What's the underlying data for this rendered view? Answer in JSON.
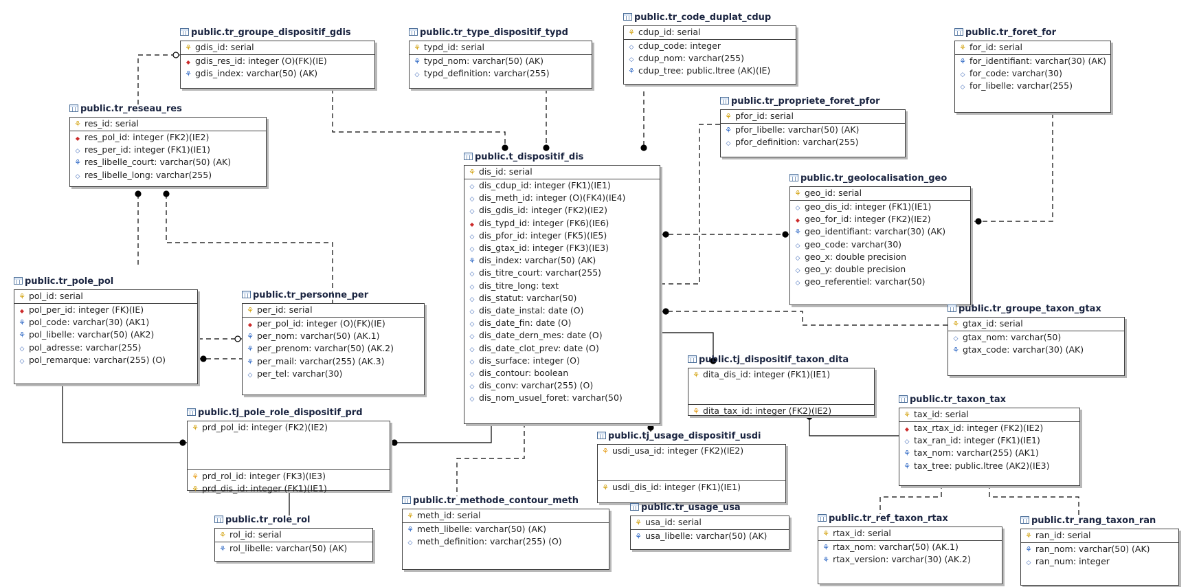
{
  "entities": [
    {
      "name": "public.tr_groupe_dispositif_gdis",
      "fields": [
        {
          "icon": "primary-key",
          "text": "gdis_id: serial"
        },
        {
          "icon": "not-null-foreign-key",
          "text": "gdis_res_id: integer (O)(FK)(IE)"
        },
        {
          "icon": "alternate-key",
          "text": "gdis_index: varchar(50) (AK)"
        }
      ]
    },
    {
      "name": "public.tr_type_dispositif_typd",
      "fields": [
        {
          "icon": "primary-key",
          "text": "typd_id: serial"
        },
        {
          "icon": "alternate-key",
          "text": "typd_nom: varchar(50) (AK)"
        },
        {
          "icon": "optional-column",
          "text": "typd_definition: varchar(255)"
        }
      ]
    },
    {
      "name": "public.tr_code_duplat_cdup",
      "fields": [
        {
          "icon": "primary-key",
          "text": "cdup_id: serial"
        },
        {
          "icon": "optional-column",
          "text": "cdup_code: integer"
        },
        {
          "icon": "optional-column",
          "text": "cdup_nom: varchar(255)"
        },
        {
          "icon": "alternate-key",
          "text": "cdup_tree: public.ltree (AK)(IE)"
        }
      ]
    },
    {
      "name": "public.tr_foret_for",
      "fields": [
        {
          "icon": "primary-key",
          "text": "for_id: serial"
        },
        {
          "icon": "alternate-key",
          "text": "for_identifiant: varchar(30) (AK)"
        },
        {
          "icon": "optional-column",
          "text": "for_code: varchar(30)"
        },
        {
          "icon": "optional-column",
          "text": "for_libelle: varchar(255)"
        }
      ]
    },
    {
      "name": "public.tr_reseau_res",
      "fields": [
        {
          "icon": "primary-key",
          "text": "res_id: serial"
        },
        {
          "icon": "not-null-foreign-key",
          "text": "res_pol_id: integer (FK2)(IE2)"
        },
        {
          "icon": "optional-column",
          "text": "res_per_id: integer (FK1)(IE1)"
        },
        {
          "icon": "alternate-key",
          "text": "res_libelle_court: varchar(50) (AK)"
        },
        {
          "icon": "optional-column",
          "text": "res_libelle_long: varchar(255)"
        }
      ]
    },
    {
      "name": "public.tr_propriete_foret_pfor",
      "fields": [
        {
          "icon": "primary-key",
          "text": "pfor_id: serial"
        },
        {
          "icon": "alternate-key",
          "text": "pfor_libelle: varchar(50) (AK)"
        },
        {
          "icon": "optional-column",
          "text": "pfor_definition: varchar(255)"
        }
      ]
    },
    {
      "name": "public.t_dispositif_dis",
      "fields": [
        {
          "icon": "primary-key",
          "text": "dis_id: serial"
        },
        {
          "icon": "optional-column",
          "text": "dis_cdup_id: integer (FK1)(IE1)"
        },
        {
          "icon": "optional-column",
          "text": "dis_meth_id: integer (O)(FK4)(IE4)"
        },
        {
          "icon": "optional-column",
          "text": "dis_gdis_id: integer (FK2)(IE2)"
        },
        {
          "icon": "not-null-foreign-key",
          "text": "dis_typd_id: integer (FK6)(IE6)"
        },
        {
          "icon": "optional-column",
          "text": "dis_pfor_id: integer (FK5)(IE5)"
        },
        {
          "icon": "optional-column",
          "text": "dis_gtax_id: integer (FK3)(IE3)"
        },
        {
          "icon": "alternate-key",
          "text": "dis_index: varchar(50) (AK)"
        },
        {
          "icon": "optional-column",
          "text": "dis_titre_court: varchar(255)"
        },
        {
          "icon": "optional-column",
          "text": "dis_titre_long: text"
        },
        {
          "icon": "optional-column",
          "text": "dis_statut: varchar(50)"
        },
        {
          "icon": "optional-column",
          "text": "dis_date_instal: date (O)"
        },
        {
          "icon": "optional-column",
          "text": "dis_date_fin: date (O)"
        },
        {
          "icon": "optional-column",
          "text": "dis_date_dern_mes: date (O)"
        },
        {
          "icon": "optional-column",
          "text": "dis_date_clot_prev: date (O)"
        },
        {
          "icon": "optional-column",
          "text": "dis_surface: integer (O)"
        },
        {
          "icon": "optional-column",
          "text": "dis_contour: boolean"
        },
        {
          "icon": "optional-column",
          "text": "dis_conv: varchar(255) (O)"
        },
        {
          "icon": "optional-column",
          "text": "dis_nom_usuel_foret: varchar(50)"
        }
      ]
    },
    {
      "name": "public.tr_geolocalisation_geo",
      "fields": [
        {
          "icon": "primary-key",
          "text": "geo_id: serial"
        },
        {
          "icon": "optional-column",
          "text": "geo_dis_id: integer (FK1)(IE1)"
        },
        {
          "icon": "not-null-foreign-key",
          "text": "geo_for_id: integer (FK2)(IE2)"
        },
        {
          "icon": "alternate-key",
          "text": "geo_identifiant: varchar(30) (AK)"
        },
        {
          "icon": "optional-column",
          "text": "geo_code: varchar(30)"
        },
        {
          "icon": "optional-column",
          "text": "geo_x: double precision"
        },
        {
          "icon": "optional-column",
          "text": "geo_y: double precision"
        },
        {
          "icon": "optional-column",
          "text": "geo_referentiel: varchar(50)"
        }
      ]
    },
    {
      "name": "public.tr_pole_pol",
      "fields": [
        {
          "icon": "primary-key",
          "text": "pol_id: serial"
        },
        {
          "icon": "not-null-foreign-key",
          "text": "pol_per_id: integer (FK)(IE)"
        },
        {
          "icon": "alternate-key",
          "text": "pol_code: varchar(30) (AK1)"
        },
        {
          "icon": "alternate-key",
          "text": "pol_libelle: varchar(50) (AK2)"
        },
        {
          "icon": "optional-column",
          "text": "pol_adresse: varchar(255)"
        },
        {
          "icon": "optional-column",
          "text": "pol_remarque: varchar(255) (O)"
        }
      ]
    },
    {
      "name": "public.tr_personne_per",
      "fields": [
        {
          "icon": "primary-key",
          "text": "per_id: serial"
        },
        {
          "icon": "not-null-foreign-key",
          "text": "per_pol_id: integer (O)(FK)(IE)"
        },
        {
          "icon": "alternate-key",
          "text": "per_nom: varchar(50) (AK.1)"
        },
        {
          "icon": "alternate-key",
          "text": "per_prenom: varchar(50) (AK.2)"
        },
        {
          "icon": "alternate-key",
          "text": "per_mail: varchar(255) (AK.3)"
        },
        {
          "icon": "optional-column",
          "text": "per_tel: varchar(30)"
        }
      ]
    },
    {
      "name": "public.tr_groupe_taxon_gtax",
      "fields": [
        {
          "icon": "primary-key",
          "text": "gtax_id: serial"
        },
        {
          "icon": "optional-column",
          "text": "gtax_nom: varchar(50)"
        },
        {
          "icon": "alternate-key",
          "text": "gtax_code: varchar(30) (AK)"
        }
      ]
    },
    {
      "name": "public.tj_dispositif_taxon_dita",
      "fields": [
        {
          "icon": "primary-key",
          "text": "dita_dis_id: integer (FK1)(IE1)"
        },
        {
          "icon": "primary-foreign-key",
          "text": "dita_tax_id: integer (FK2)(IE2)"
        }
      ]
    },
    {
      "name": "public.tj_pole_role_dispositif_prd",
      "fields": [
        {
          "icon": "primary-key",
          "text": "prd_pol_id: integer (FK2)(IE2)"
        },
        {
          "icon": "primary-foreign-key",
          "text": "prd_rol_id: integer (FK3)(IE3)"
        },
        {
          "icon": "primary-key",
          "text": "prd_dis_id: integer (FK1)(IE1)"
        }
      ]
    },
    {
      "name": "public.tr_taxon_tax",
      "fields": [
        {
          "icon": "primary-key",
          "text": "tax_id: serial"
        },
        {
          "icon": "not-null-foreign-key",
          "text": "tax_rtax_id: integer (FK2)(IE2)"
        },
        {
          "icon": "optional-column",
          "text": "tax_ran_id: integer (FK1)(IE1)"
        },
        {
          "icon": "alternate-key",
          "text": "tax_nom: varchar(255) (AK1)"
        },
        {
          "icon": "alternate-key",
          "text": "tax_tree: public.ltree (AK2)(IE3)"
        }
      ]
    },
    {
      "name": "public.tj_usage_dispositif_usdi",
      "fields": [
        {
          "icon": "primary-foreign-key",
          "text": "usdi_usa_id: integer (FK2)(IE2)"
        },
        {
          "icon": "primary-key",
          "text": "usdi_dis_id: integer (FK1)(IE1)"
        }
      ]
    },
    {
      "name": "public.tr_methode_contour_meth",
      "fields": [
        {
          "icon": "primary-key",
          "text": "meth_id: serial"
        },
        {
          "icon": "alternate-key",
          "text": "meth_libelle: varchar(50) (AK)"
        },
        {
          "icon": "optional-column",
          "text": "meth_definition: varchar(255) (O)"
        }
      ]
    },
    {
      "name": "public.tr_role_rol",
      "fields": [
        {
          "icon": "primary-key",
          "text": "rol_id: serial"
        },
        {
          "icon": "alternate-key",
          "text": "rol_libelle: varchar(50) (AK)"
        }
      ]
    },
    {
      "name": "public.tr_usage_usa",
      "fields": [
        {
          "icon": "primary-key",
          "text": "usa_id: serial"
        },
        {
          "icon": "alternate-key",
          "text": "usa_libelle: varchar(50) (AK)"
        }
      ]
    },
    {
      "name": "public.tr_ref_taxon_rtax",
      "fields": [
        {
          "icon": "primary-key",
          "text": "rtax_id: serial"
        },
        {
          "icon": "alternate-key",
          "text": "rtax_nom: varchar(50) (AK.1)"
        },
        {
          "icon": "alternate-key",
          "text": "rtax_version: varchar(30) (AK.2)"
        }
      ]
    },
    {
      "name": "public.tr_rang_taxon_ran",
      "fields": [
        {
          "icon": "primary-key",
          "text": "ran_id: serial"
        },
        {
          "icon": "alternate-key",
          "text": "ran_nom: varchar(50) (AK)"
        },
        {
          "icon": "optional-column",
          "text": "ran_num: integer"
        }
      ]
    }
  ]
}
